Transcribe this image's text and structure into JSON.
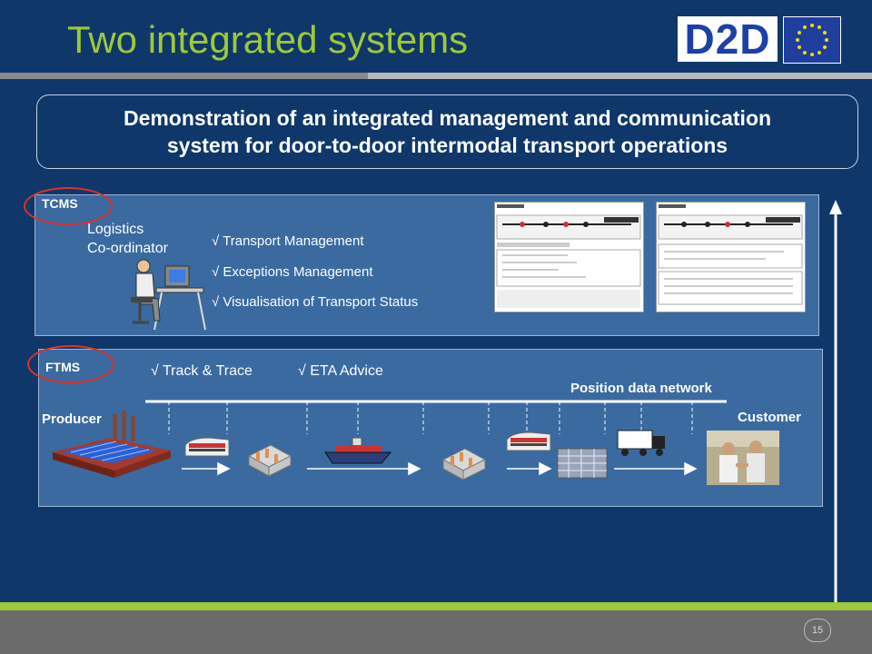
{
  "slide": {
    "title": "Two integrated systems",
    "logo_text": "D2D",
    "subtitle_line1": "Demonstration of an integrated management and communication",
    "subtitle_line2": "system for door-to-door intermodal transport operations",
    "page_number": "15"
  },
  "tcms": {
    "tag": "TCMS",
    "role_line1": "Logistics",
    "role_line2": "Co-ordinator",
    "features": [
      "√ Transport Management",
      "√ Exceptions Management",
      "√ Visualisation of Transport Status"
    ]
  },
  "ftms": {
    "tag": "FTMS",
    "features": [
      "√ Track & Trace",
      "√ ETA Advice"
    ],
    "network_label": "Position data network",
    "producer_label": "Producer",
    "customer_label": "Customer"
  },
  "colors": {
    "background": "#0f3769",
    "title": "#9dc93a",
    "panel": "#3a6aa0",
    "highlight_ring": "#e0302a"
  }
}
